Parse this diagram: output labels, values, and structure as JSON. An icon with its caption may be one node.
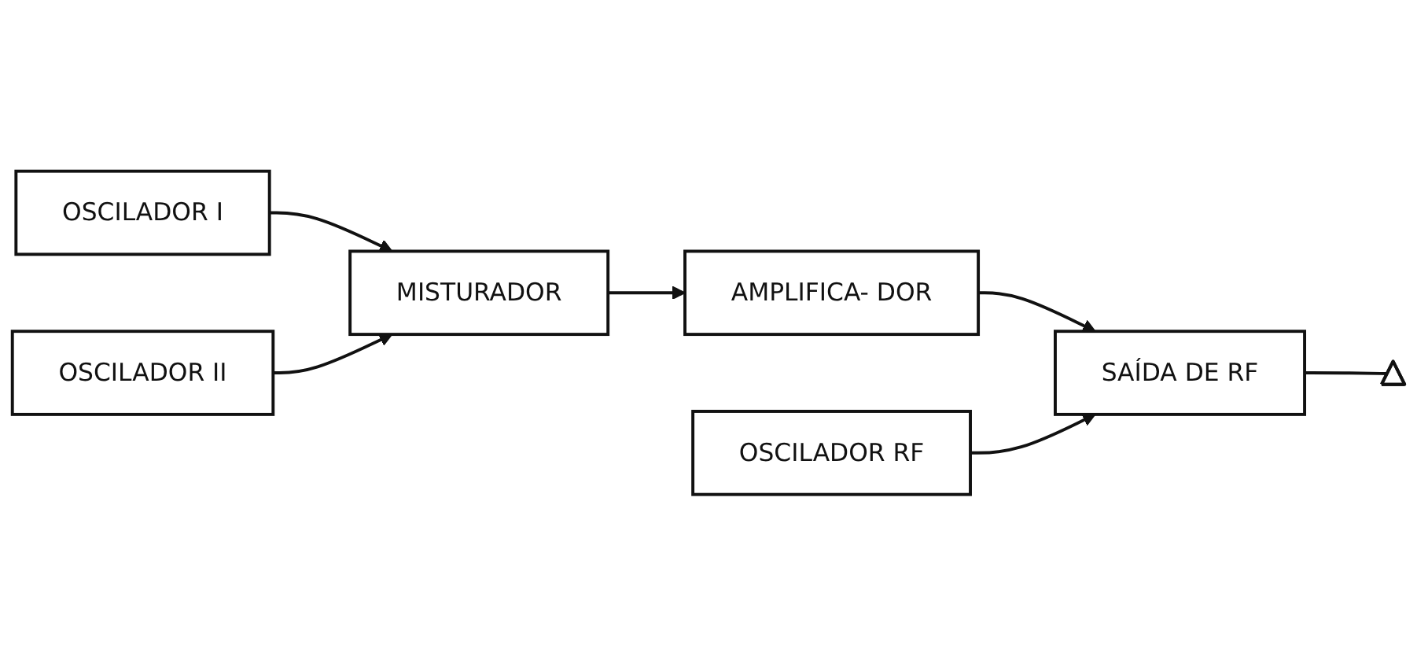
{
  "diagram": {
    "nodes": [
      {
        "text": [
          "OSCILADOR I"
        ]
      },
      {
        "text": [
          "MISTURADOR"
        ]
      },
      {
        "text": [
          "AMPLIFICA- DOR"
        ]
      },
      {
        "text": [],
        "shape": "antenna"
      },
      {
        "text": [
          "OSCILADOR II"
        ]
      },
      {
        "text": [
          "OSCILADOR RF"
        ]
      },
      {
        "text": [
          "SAÍDA DE RF"
        ]
      }
    ],
    "edges": [
      {
        "from": 0,
        "to": 1,
        "arrow": "to"
      },
      {
        "from": 1,
        "to": 2,
        "arrow": "to"
      },
      {
        "from": 2,
        "to": 6,
        "arrow": "to"
      },
      {
        "from": 4,
        "to": 1,
        "arrow": "to"
      },
      {
        "from": 5,
        "to": 6,
        "arrow": "to"
      },
      {
        "from": 6,
        "to": 3,
        "arrow": "none"
      }
    ]
  }
}
